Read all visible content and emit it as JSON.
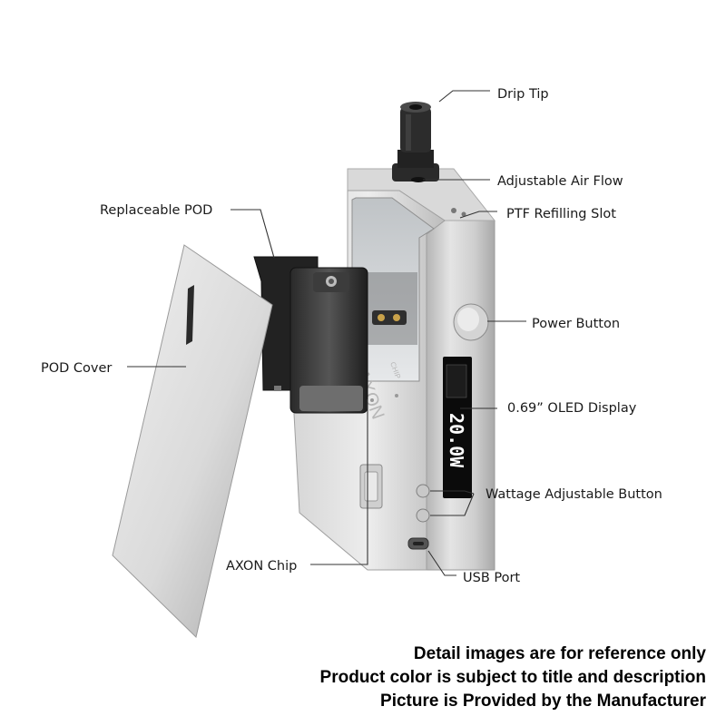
{
  "callouts": {
    "drip_tip": "Drip Tip",
    "adjustable_air_flow": "Adjustable Air Flow",
    "replaceable_pod": "Replaceable POD",
    "ptf_refilling_slot": "PTF Refilling Slot",
    "power_button": "Power Button",
    "pod_cover": "POD Cover",
    "oled_display": "0.69” OLED Display",
    "wattage_adjustable_button": "Wattage Adjustable Button",
    "axon_chip": "AXON Chip",
    "usb_port": "USB Port"
  },
  "device": {
    "screen_reading": "20.0W",
    "chip_mark": "AXON",
    "chip_suffix": "CHIP"
  },
  "disclaimer": [
    "Detail images are for reference only",
    "Product color is subject to title and description",
    "Picture is Provided by the Manufacturer"
  ]
}
